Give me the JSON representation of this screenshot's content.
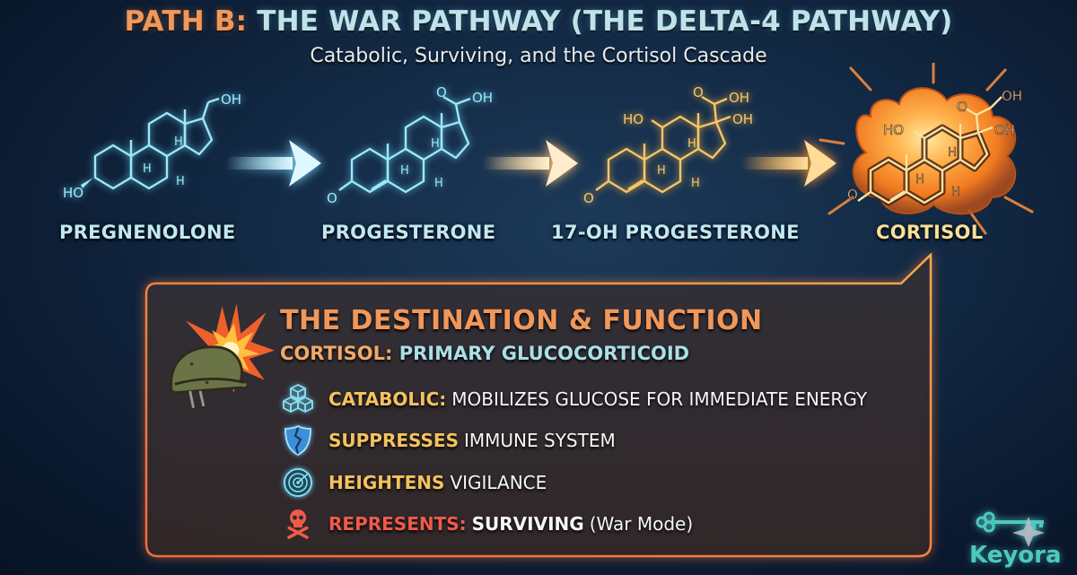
{
  "header": {
    "title_prefix": "PATH B:",
    "title_main": "THE WAR PATHWAY (THE DELTA-4 PATHWAY)",
    "subtitle": "Catabolic, Surviving, and the Cortisol Cascade"
  },
  "pathway": {
    "steps": [
      {
        "label": "PREGNENOLONE",
        "color": "#8fe3f5",
        "substituents": [
          "HO",
          "OH",
          "H",
          "H",
          "H"
        ]
      },
      {
        "label": "PROGESTERONE",
        "color": "#8fe3f5",
        "substituents": [
          "O",
          "O",
          "OH",
          "H",
          "H",
          "H"
        ]
      },
      {
        "label": "17-OH PROGESTERONE",
        "color": "#f4c66a",
        "substituents": [
          "O",
          "HO",
          "O",
          "OH",
          "OH",
          "H",
          "H",
          "H"
        ]
      },
      {
        "label": "CORTISOL",
        "color": "#f4d98a",
        "substituents": [
          "O",
          "HO",
          "O",
          "OH",
          "OH",
          "H",
          "H",
          "H"
        ]
      }
    ],
    "arrows": [
      {
        "from": "PREGNENOLONE",
        "to": "PROGESTERONE",
        "color": "#bff0ff"
      },
      {
        "from": "PROGESTERONE",
        "to": "17-OH PROGESTERONE",
        "color": "#ffe0a8"
      },
      {
        "from": "17-OH PROGESTERONE",
        "to": "CORTISOL",
        "color": "#ffcf80"
      }
    ]
  },
  "panel": {
    "title": "THE DESTINATION & FUNCTION",
    "subtitle_key": "CORTISOL:",
    "subtitle_value": "PRIMARY GLUCOCORTICOID",
    "border_color": "#f08a3c",
    "bullets": [
      {
        "icon": "cubes-icon",
        "key": "CATABOLIC:",
        "value": "MOBILIZES GLUCOSE FOR IMMEDIATE ENERGY",
        "key_color": "#f4c25e"
      },
      {
        "icon": "broken-shield-icon",
        "key": "SUPPRESSES",
        "value": "IMMUNE SYSTEM",
        "key_color": "#f4c25e"
      },
      {
        "icon": "radar-icon",
        "key": "HEIGHTENS",
        "value": "VIGILANCE",
        "key_color": "#f4c25e"
      },
      {
        "icon": "skull-crossbones-icon",
        "key": "REPRESENTS:",
        "value": "SURVIVING",
        "value_extra": "(War Mode)",
        "key_color": "#ef5a4a"
      }
    ]
  },
  "branding": {
    "logo_text": "Keyora",
    "logo_color": "#4ec9c0"
  }
}
